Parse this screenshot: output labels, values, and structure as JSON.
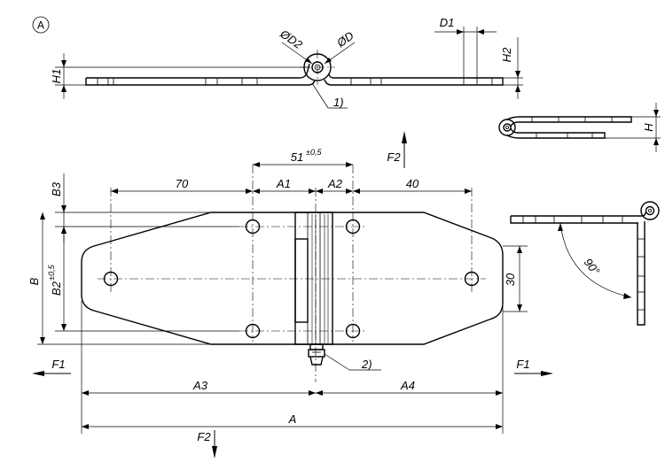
{
  "view_label": "A",
  "notes": {
    "note1": "1)",
    "note2": "2)"
  },
  "dims": {
    "d1": "D1",
    "d2": "ØD2",
    "d": "ØD",
    "h1": "H1",
    "h2": "H2",
    "h": "H",
    "b": "B",
    "b2": "B2",
    "b2_tol": "±0,5",
    "b3": "B3",
    "a": "A",
    "a1": "A1",
    "a2": "A2",
    "a3": "A3",
    "a4": "A4",
    "d70": "70",
    "d40": "40",
    "d30": "30",
    "d51": "51",
    "d51_tol": "±0,5",
    "angle": "90°"
  },
  "forces": {
    "f1": "F1",
    "f2": "F2"
  }
}
